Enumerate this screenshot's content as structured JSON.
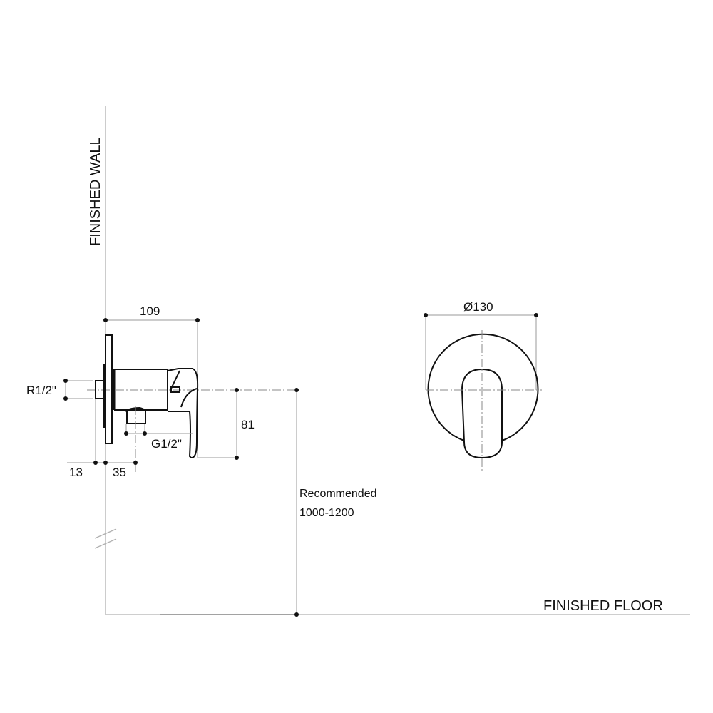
{
  "labels": {
    "finished_wall": "FINISHED WALL",
    "finished_floor": "FINISHED FLOOR",
    "recommended_line1": "Recommended",
    "recommended_line2": "1000-1200"
  },
  "dimensions": {
    "depth": "109",
    "inlet_thread": "R1/2\"",
    "outlet_thread": "G1/2\"",
    "wall_offset": "13",
    "outlet_offset": "35",
    "handle_drop": "81",
    "plate_diameter": "Ø130"
  },
  "colors": {
    "line": "#111111",
    "guide": "#b0b0b0",
    "background": "#ffffff"
  }
}
